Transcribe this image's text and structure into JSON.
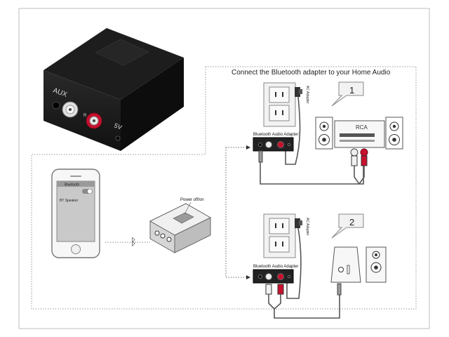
{
  "header": "Connect the Bluetooth adapter to your Home Audio",
  "adapter_labels": {
    "aux": "AUX",
    "input_r": "R",
    "power": "5V"
  },
  "callouts": {
    "first": "1",
    "second": "2"
  },
  "phone": {
    "title": "Bluetooth",
    "device_label": "BT Speaker"
  },
  "power_label": "Power off/on",
  "rca_label": "RCA",
  "ac_adapter_label": "AC Adapter",
  "bt_adapter_label": "Bluetooth Audio Adapter",
  "icons": {
    "bluetooth": "bluetooth-icon",
    "adapter": "adapter-icon",
    "phone": "phone-icon",
    "stereo": "stereo-icon",
    "speaker": "speaker-icon",
    "outlet": "outlet-icon",
    "plug": "plug-icon",
    "toggle": "toggle-switch-icon"
  },
  "colors": {
    "body": "#1b1b1b",
    "rca_red": "#c8102e",
    "rca_white": "#e8e8e8",
    "frame": "#888888",
    "panel": "#e8e8e8"
  }
}
